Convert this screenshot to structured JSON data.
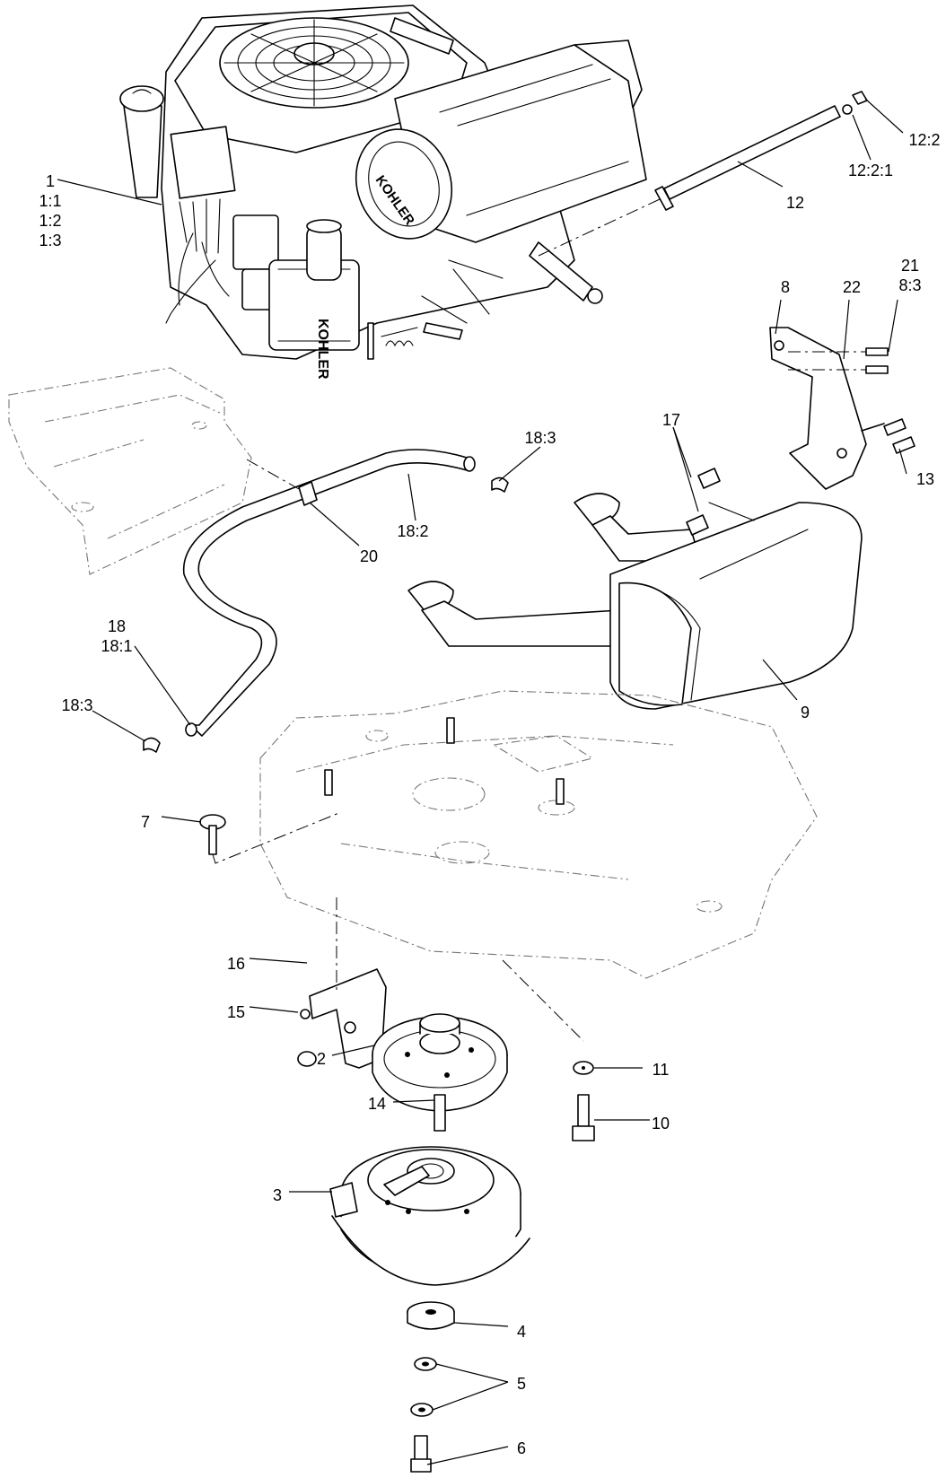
{
  "brand_text": "KOHLER",
  "callouts": [
    {
      "id": "c1",
      "lines": [
        "1",
        "1:1",
        "1:2",
        "1:3"
      ]
    },
    {
      "id": "c12",
      "lines": [
        "12"
      ]
    },
    {
      "id": "c12-2",
      "lines": [
        "12:2"
      ]
    },
    {
      "id": "c12-2-1",
      "lines": [
        "12:2:1"
      ]
    },
    {
      "id": "c8",
      "lines": [
        "8"
      ]
    },
    {
      "id": "c22",
      "lines": [
        "22"
      ]
    },
    {
      "id": "c21",
      "lines": [
        "21",
        "8:3"
      ]
    },
    {
      "id": "c17",
      "lines": [
        "17"
      ]
    },
    {
      "id": "c13",
      "lines": [
        "13"
      ]
    },
    {
      "id": "c18-3-top",
      "lines": [
        "18:3"
      ]
    },
    {
      "id": "c18-2",
      "lines": [
        "18:2"
      ]
    },
    {
      "id": "c20",
      "lines": [
        "20"
      ]
    },
    {
      "id": "c18",
      "lines": [
        "18",
        "18:1"
      ]
    },
    {
      "id": "c18-3-bottom",
      "lines": [
        "18:3"
      ]
    },
    {
      "id": "c9",
      "lines": [
        "9"
      ]
    },
    {
      "id": "c7",
      "lines": [
        "7"
      ]
    },
    {
      "id": "c16",
      "lines": [
        "16"
      ]
    },
    {
      "id": "c15",
      "lines": [
        "15"
      ]
    },
    {
      "id": "c2",
      "lines": [
        "2"
      ]
    },
    {
      "id": "c11",
      "lines": [
        "11"
      ]
    },
    {
      "id": "c14",
      "lines": [
        "14"
      ]
    },
    {
      "id": "c10",
      "lines": [
        "10"
      ]
    },
    {
      "id": "c3",
      "lines": [
        "3"
      ]
    },
    {
      "id": "c4",
      "lines": [
        "4"
      ]
    },
    {
      "id": "c5",
      "lines": [
        "5"
      ]
    },
    {
      "id": "c6",
      "lines": [
        "6"
      ]
    }
  ]
}
